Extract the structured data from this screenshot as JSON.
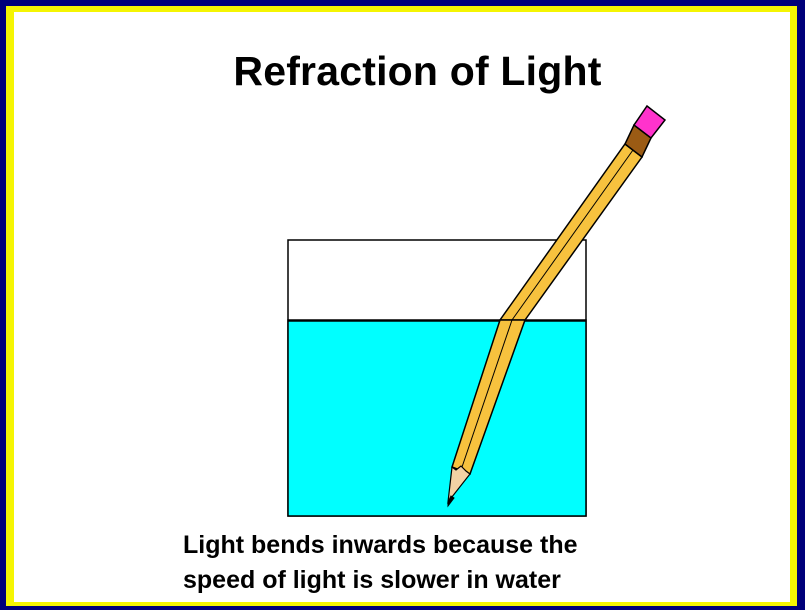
{
  "title": "Refraction of Light",
  "caption": {
    "line1": "Light bends inwards because the",
    "line2": "speed of light is slower in water"
  },
  "colors": {
    "border_outer": "#00007a",
    "border_inner": "#f5f503",
    "background": "#ffffff",
    "water": "#00ffff",
    "pencil_body": "#f7c23e",
    "eraser": "#ff33cc",
    "ferrule": "#9b5b14",
    "wood": "#f3d2a4"
  }
}
